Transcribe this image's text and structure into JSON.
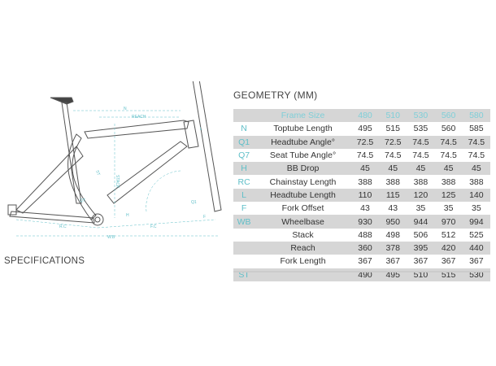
{
  "title": "GEOMETRY (MM)",
  "specifications": "SPECIFICATIONS",
  "header": {
    "code": "",
    "label": "Frame Size",
    "sizes": [
      "480",
      "510",
      "530",
      "560",
      "580"
    ]
  },
  "rows": [
    {
      "code": "N",
      "label": "Toptube Length",
      "values": [
        "495",
        "515",
        "535",
        "560",
        "585"
      ]
    },
    {
      "code": "Q1",
      "label": "Headtube Angle°",
      "values": [
        "72.5",
        "72.5",
        "74.5",
        "74.5",
        "74.5"
      ]
    },
    {
      "code": "Q7",
      "label": "Seat Tube Angle°",
      "values": [
        "74.5",
        "74.5",
        "74.5",
        "74.5",
        "74.5"
      ]
    },
    {
      "code": "H",
      "label": "BB Drop",
      "values": [
        "45",
        "45",
        "45",
        "45",
        "45"
      ]
    },
    {
      "code": "RC",
      "label": "Chainstay Length",
      "values": [
        "388",
        "388",
        "388",
        "388",
        "388"
      ]
    },
    {
      "code": "L",
      "label": "Headtube Length",
      "values": [
        "110",
        "115",
        "120",
        "125",
        "140"
      ]
    },
    {
      "code": "F",
      "label": "Fork Offset",
      "values": [
        "43",
        "43",
        "35",
        "35",
        "35"
      ]
    },
    {
      "code": "WB",
      "label": "Wheelbase",
      "values": [
        "930",
        "950",
        "944",
        "970",
        "994"
      ]
    },
    {
      "code": "",
      "label": "Stack",
      "values": [
        "488",
        "498",
        "506",
        "512",
        "525"
      ]
    },
    {
      "code": "",
      "label": "Reach",
      "values": [
        "360",
        "378",
        "395",
        "420",
        "440"
      ]
    },
    {
      "code": "",
      "label": "Fork Length",
      "values": [
        "367",
        "367",
        "367",
        "367",
        "367"
      ]
    },
    {
      "code": "ST",
      "label": "",
      "values": [
        "490",
        "495",
        "510",
        "515",
        "530"
      ]
    }
  ],
  "drawing_labels": {
    "n": "N",
    "reach": "REACH",
    "stack": "STACK",
    "st": "ST",
    "rc": "R.C",
    "fc": "F.C",
    "wb": "W.B",
    "q7": "Q7",
    "q1": "Q1",
    "h": "H",
    "f": "F",
    "l": "L"
  },
  "colors": {
    "accent": "#5fbfc8",
    "row_shade": "#d6d6d6"
  }
}
